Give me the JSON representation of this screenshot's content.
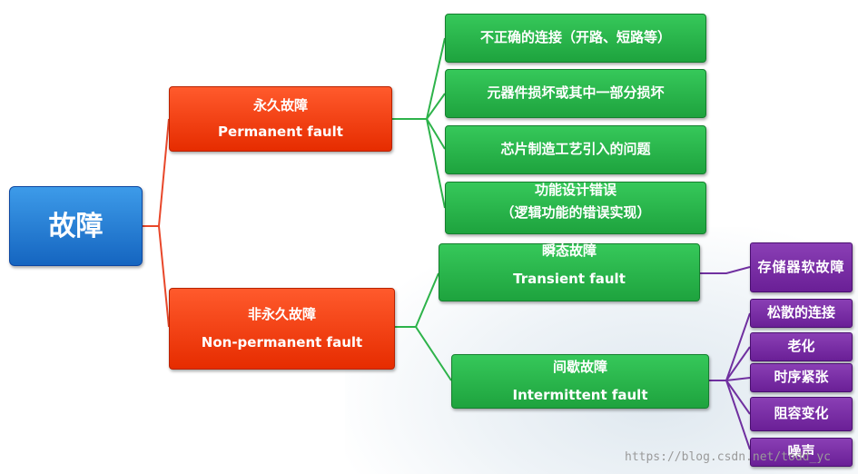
{
  "root": {
    "label": "故障"
  },
  "permanent": {
    "label_cn": "永久故障",
    "label_en": "Permanent fault",
    "children": [
      {
        "label": "不正确的连接（开路、短路等）"
      },
      {
        "label": "元器件损坏或其中一部分损坏"
      },
      {
        "label": "芯片制造工艺引入的问题"
      },
      {
        "label_line1": "功能设计错误",
        "label_line2": "（逻辑功能的错误实现）"
      }
    ]
  },
  "non_permanent": {
    "label_cn": "非永久故障",
    "label_en": "Non-permanent fault",
    "transient": {
      "label_cn": "瞬态故障",
      "label_en": "Transient fault",
      "children": [
        {
          "label": "存储器软故障"
        }
      ]
    },
    "intermittent": {
      "label_cn": "间歇故障",
      "label_en": "Intermittent fault",
      "children": [
        {
          "label": "松散的连接"
        },
        {
          "label": "老化"
        },
        {
          "label": "时序紧张"
        },
        {
          "label": "阻容变化"
        },
        {
          "label": "噪声"
        }
      ]
    }
  },
  "watermark": "https://blog.csdn.net/todd_yc",
  "colors": {
    "root_blue": "#1e7be0",
    "red_node": "#ff3300",
    "green_node": "#22b14c",
    "purple_node": "#7030a0",
    "red_line": "#e8472a",
    "green_line": "#2db34a",
    "purple_line": "#7030a0"
  }
}
